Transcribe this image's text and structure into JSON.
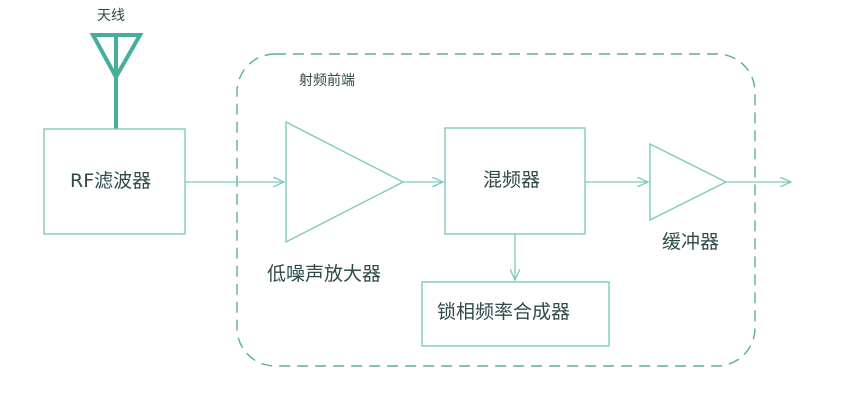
{
  "labels": {
    "antenna": "天线",
    "rf_front_end": "射频前端",
    "rf_filter": "RF滤波器",
    "lna": "低噪声放大器",
    "mixer": "混频器",
    "buffer": "缓冲器",
    "pll_synthesizer": "锁相频率合成器"
  },
  "colors": {
    "line": "#7fc9bd",
    "antenna": "#48ad9c",
    "dashed_border": "#5aaea0",
    "text": "#2f4a4a",
    "background": "#ffffff"
  }
}
